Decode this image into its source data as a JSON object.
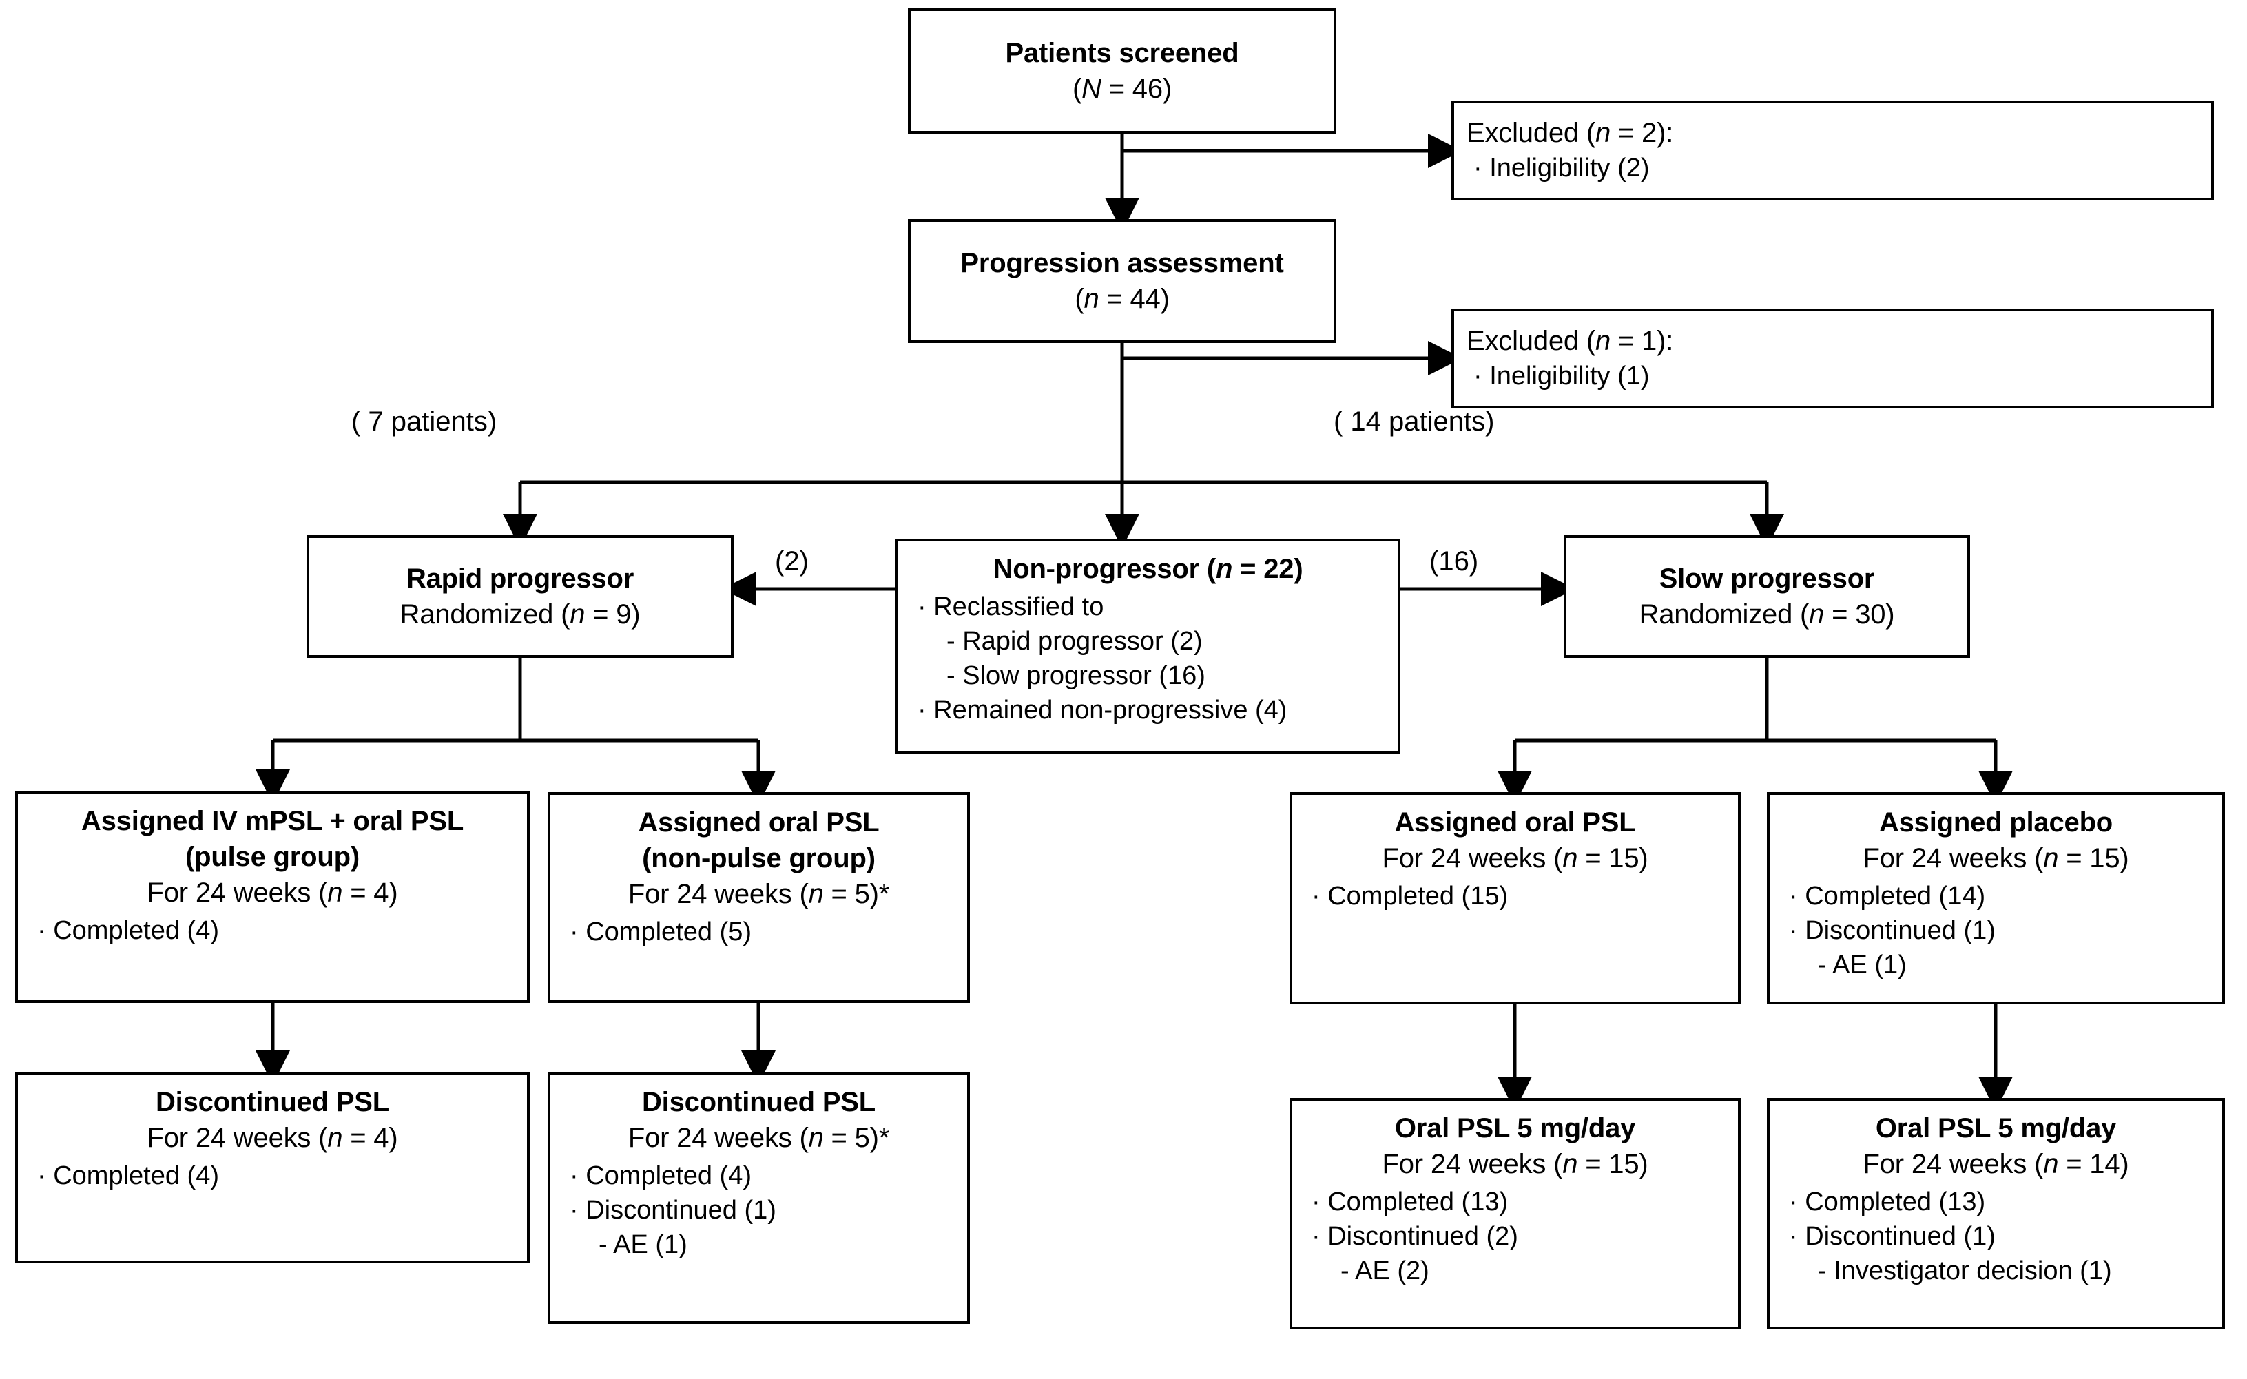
{
  "diagram": {
    "type": "consort-flow-diagram",
    "nodes": {
      "screened": {
        "title": "Patients screened",
        "line1": "(N = 46)"
      },
      "excluded1": {
        "title": "Excluded (n = 2):",
        "bullet1": "· Ineligibility (2)"
      },
      "progression_assessment": {
        "title": "Progression assessment",
        "line1": "(n = 44)"
      },
      "excluded2": {
        "title": "Excluded (n = 1):",
        "bullet1": "· Ineligibility (1)"
      },
      "rapid_progressor": {
        "title": "Rapid progressor",
        "line1": "Randomized (n = 9)"
      },
      "non_progressor": {
        "title": "Non-progressor (n = 22)",
        "bullet1": "· Reclassified to",
        "bullet2": "- Rapid progressor (2)",
        "bullet3": "- Slow progressor (16)",
        "bullet4": "· Remained non-progressive (4)"
      },
      "slow_progressor": {
        "title": "Slow progressor",
        "line1": "Randomized (n = 30)"
      },
      "pulse_group": {
        "title_line1": "Assigned IV mPSL + oral PSL",
        "title_line2": "(pulse group)",
        "line1": "For 24 weeks (n = 4)",
        "bullet1": "· Completed (4)"
      },
      "non_pulse_group": {
        "title_line1": "Assigned oral PSL",
        "title_line2": "(non-pulse group)",
        "line1": "For 24 weeks (n = 5)*",
        "bullet1": "· Completed (5)"
      },
      "slow_oral_psl": {
        "title_line1": "Assigned oral PSL",
        "line1": "For 24 weeks (n = 15)",
        "bullet1": "· Completed (15)"
      },
      "slow_placebo": {
        "title_line1": "Assigned placebo",
        "line1": "For 24 weeks (n = 15)",
        "bullet1": "· Completed (14)",
        "bullet2": "· Discontinued (1)",
        "bullet3": "- AE (1)"
      },
      "disc_pulse": {
        "title_line1": "Discontinued PSL",
        "line1": "For 24 weeks (n = 4)",
        "bullet1": "· Completed (4)"
      },
      "disc_non_pulse": {
        "title_line1": "Discontinued PSL",
        "line1": "For 24 weeks (n = 5)*",
        "bullet1": "· Completed (4)",
        "bullet2": "· Discontinued (1)",
        "bullet3": "- AE (1)"
      },
      "oral_psl_5mg_a": {
        "title_line1": "Oral PSL 5 mg/day",
        "line1": "For 24 weeks (n = 15)",
        "bullet1": "· Completed (13)",
        "bullet2": "· Discontinued (2)",
        "bullet3": "- AE (2)"
      },
      "oral_psl_5mg_b": {
        "title_line1": "Oral PSL 5 mg/day",
        "line1": "For 24 weeks (n = 14)",
        "bullet1": "· Completed (13)",
        "bullet2": "· Discontinued (1)",
        "bullet3": "- Investigator decision (1)"
      }
    },
    "edge_labels": {
      "to_rapid": "( 7 patients)",
      "to_slow": "( 14 patients)",
      "nonprog_to_rapid": "(2)",
      "nonprog_to_slow": "(16)"
    },
    "colors": {
      "stroke": "#000000",
      "background": "#ffffff",
      "text": "#000000"
    }
  }
}
